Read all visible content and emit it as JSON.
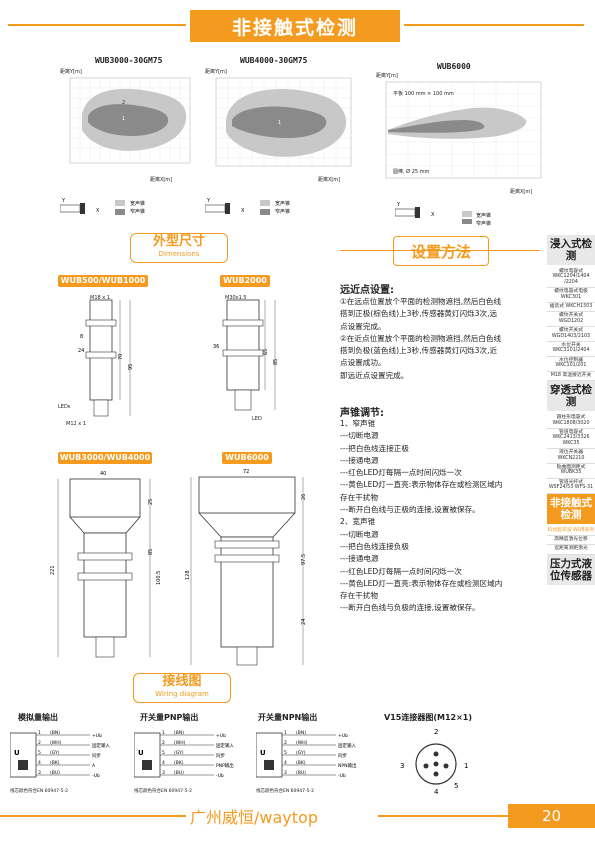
{
  "header": {
    "title": "非接触式检测"
  },
  "charts": [
    {
      "title": "WUB3000-30GM75",
      "ylabel": "距离Y[m]",
      "xlabel": "距离X[m]",
      "legend": [
        "宽声锥",
        "窄声锥"
      ]
    },
    {
      "title": "WUB4000-30GM75",
      "ylabel": "距离Y[m]",
      "xlabel": "距离X[m]",
      "legend": [
        "宽声锥",
        "窄声锥"
      ]
    },
    {
      "title": "WUB6000",
      "ylabel": "距离Y[m]",
      "xlabel": "距离X[m]",
      "legend": [
        "宽声锥",
        "窄声锥"
      ],
      "annot_top": "平板 100 mm × 100 mm",
      "annot_bottom": "圆棒, Ø 25 mm"
    }
  ],
  "dimensions": {
    "title": "外型尺寸",
    "subtitle": "Dimensions",
    "models": [
      "WUB500/WUB1000",
      "WUB2000",
      "WUB3000/WUB4000",
      "WUB6000"
    ],
    "labels": {
      "m18": "M18 x 1",
      "m30": "M30x1.5",
      "m12": "M12 x 1",
      "led": "LED",
      "leds": "LEDs"
    }
  },
  "setup": {
    "title": "设置方法",
    "far_title": "远近点设置:",
    "far_lines": [
      "①在远点位置放个平面的检测物遮挡,然后白色线",
      "搭到正极(棕色线)上3秒,传感器黄灯闪烁3次,远",
      "点设置完成。",
      "②在近点位置放个平面的检测物遮挡,然后白色线",
      "搭到负极(蓝色线)上3秒,传感器黄灯闪烁3次,近",
      "点设置成功。",
      "即远近点设置完成。"
    ],
    "cone_title": "声锥调节:",
    "cone_lines": [
      "1、窄声锥",
      "---切断电源",
      "---把白色线连接正极",
      "---接通电源",
      "---红色LED灯每隔一点时间闪烁一次",
      "---黄色LED灯一直亮:表示物体存在或检测区域内",
      "存在干扰物",
      "---断开白色线与正极的连接,设置被保存。",
      "2、宽声锥",
      "---切断电源",
      "---把白色线连接负极",
      "---接通电源",
      "---红色LED灯每隔一点时间闪烁一次",
      "---黄色LED灯一直亮:表示物体存在或检测区域内",
      "存在干扰物",
      "---断开白色线与负极的连接,设置被保存。"
    ]
  },
  "sidebar": {
    "groups": [
      {
        "label": "浸入式检测",
        "active": false,
        "items": [
          "螺纹电容式 WKC1204/1404 /2204",
          "螺纹电容式电极 WKC301",
          "插装式 WKCH1503",
          "螺纹开关式 WGD1202",
          "螺纹开关式 WGD1403/2103",
          "水位开关 WKC3101/2404",
          "水位控制器 WKC101/201",
          "M18 高温接近开关"
        ]
      },
      {
        "label": "穿透式检测",
        "active": false,
        "items": [
          "圆柱形电容式 WKC1808/3020",
          "管道电容式 WKC2413/3326 WKC35",
          "液位开关器 WKCN2210",
          "贴曲面测距式 WUBK35",
          "管道光纤式 WSF24/53 WFS-31"
        ]
      },
      {
        "label": "非接触式检测",
        "active": true,
        "items": [
          "科创超声波 WUB系列"
        ]
      },
      {
        "label": "",
        "active": false,
        "items": [
          "高精度激光位移",
          "远距离测距激光"
        ]
      },
      {
        "label": "压力式液位传感器",
        "active": false,
        "items": []
      }
    ]
  },
  "wiring": {
    "title": "接线图",
    "subtitle": "Wiring diagram",
    "diagrams": [
      {
        "title": "模拟量输出",
        "pins": [
          "(BN)",
          "(WH)",
          "(GY)",
          "(BK)",
          "(BU)"
        ],
        "functions": [
          "+Ub",
          "固定输入",
          "同步",
          "A",
          "-Ub"
        ],
        "nums": [
          "1",
          "2",
          "5",
          "4",
          "3"
        ],
        "note": "线芯颜色符合EN 60947-5-2"
      },
      {
        "title": "开关量PNP输出",
        "pins": [
          "(BN)",
          "(WH)",
          "(GY)",
          "(BK)",
          "(BU)"
        ],
        "functions": [
          "+Ub",
          "固定输入",
          "同步",
          "PNP输出",
          "-Ub"
        ],
        "nums": [
          "1",
          "2",
          "5",
          "4",
          "3"
        ],
        "note": "线芯颜色符合EN 60947-5-2"
      },
      {
        "title": "开关量NPN输出",
        "pins": [
          "(BN)",
          "(WH)",
          "(GY)",
          "(BK)",
          "(BU)"
        ],
        "functions": [
          "+Ub",
          "固定输入",
          "同步",
          "NPN输出",
          "-Ub"
        ],
        "nums": [
          "1",
          "2",
          "5",
          "4",
          "3"
        ],
        "note": "线芯颜色符合EN 60947-5-2"
      }
    ],
    "connector": {
      "title": "V15连接器图(M12×1)",
      "pins": [
        "1",
        "2",
        "3",
        "4",
        "5"
      ]
    }
  },
  "footer": {
    "brand": "广州威恒/waytop",
    "page": "20"
  },
  "colors": {
    "accent": "#f39a1f"
  }
}
